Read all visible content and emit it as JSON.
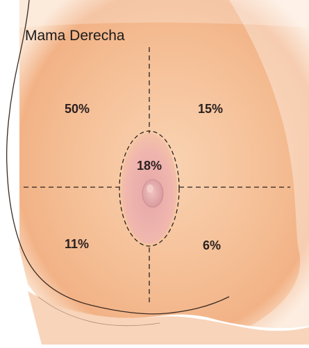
{
  "title": "Mama Derecha",
  "quadrants": {
    "upper_outer": "50%",
    "upper_inner": "15%",
    "central": "18%",
    "lower_outer": "11%",
    "lower_inner": "6%"
  },
  "colors": {
    "skin_light": "#f6c6a0",
    "skin_mid": "#f2b48a",
    "areola": "#e7a6a6",
    "nipple": "#d89a9e",
    "outline": "#3a2a22"
  }
}
